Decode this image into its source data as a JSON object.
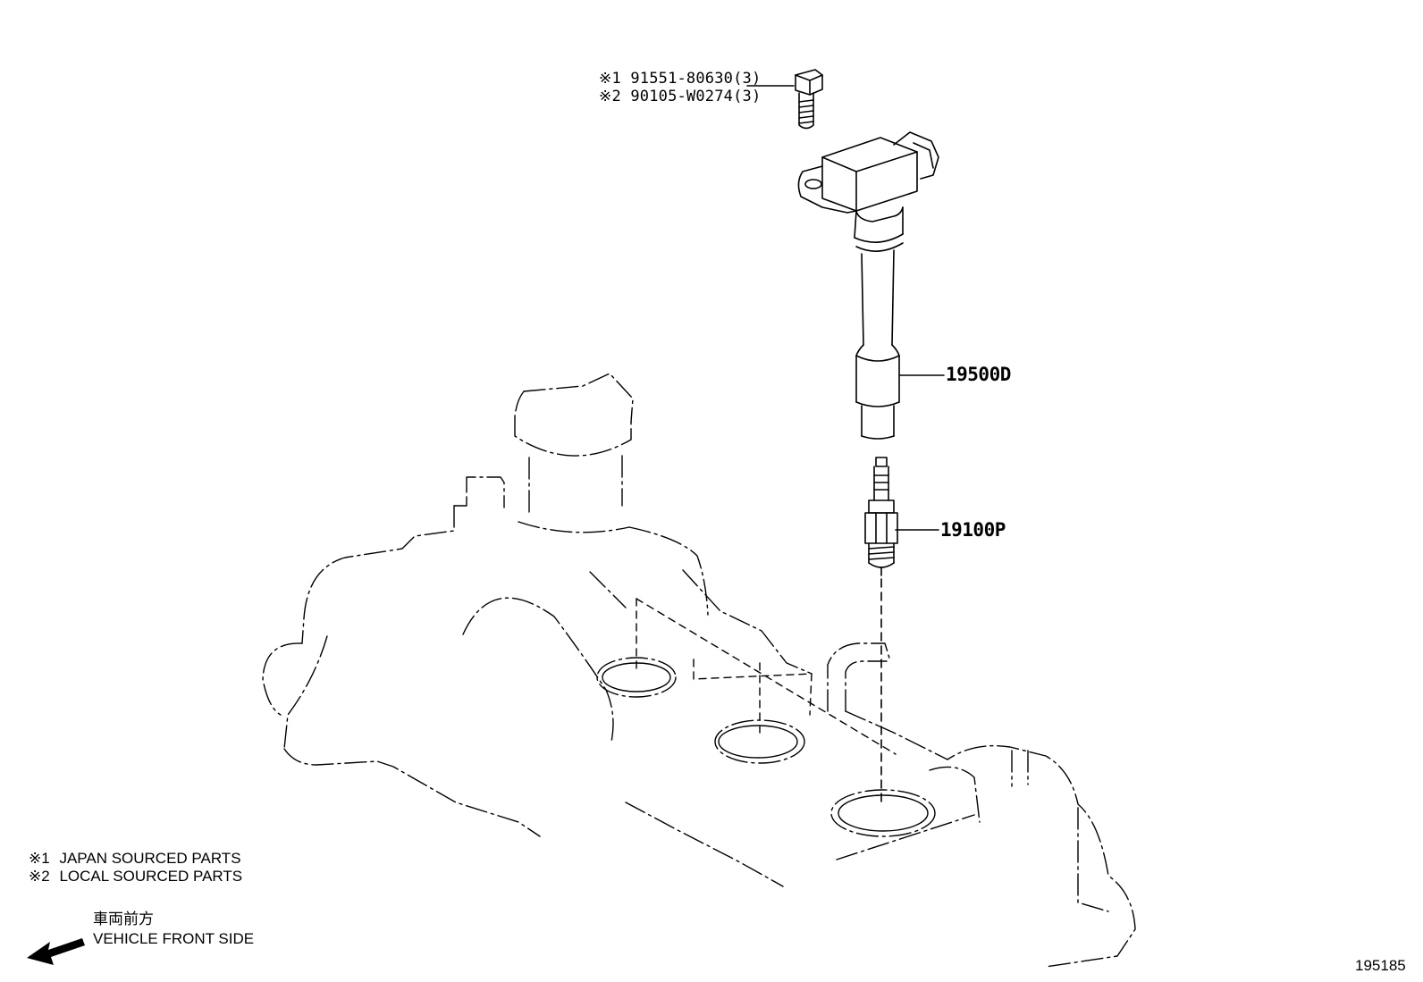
{
  "callouts": {
    "bolt": [
      {
        "mark": "※1",
        "number": "91551-80630(3)"
      },
      {
        "mark": "※2",
        "number": "90105-W0274(3)"
      }
    ],
    "ignition_coil": "19500D",
    "spark_plug": "19100P"
  },
  "notes": [
    {
      "mark": "※1",
      "text": "JAPAN SOURCED PARTS"
    },
    {
      "mark": "※2",
      "text": "LOCAL SOURCED PARTS"
    }
  ],
  "direction": {
    "japanese": "車両前方",
    "english": "VEHICLE FRONT SIDE"
  },
  "diagram_number": "195185",
  "colors": {
    "line": "#000000",
    "background": "#ffffff"
  }
}
